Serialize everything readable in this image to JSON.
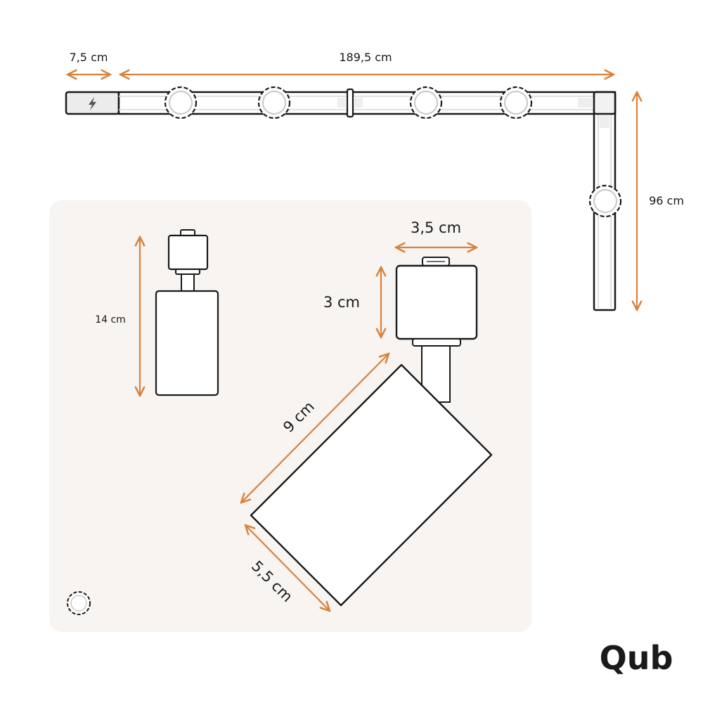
{
  "labels": {
    "feed_length": "7,5 cm",
    "rail_length": "189,5 cm",
    "side_rail_length": "96 cm",
    "spot_height": "14 cm",
    "adapter_width": "3,5 cm",
    "adapter_height": "3 cm",
    "head_length": "9 cm",
    "head_diameter": "5,5 cm"
  },
  "brand": {
    "logo": "Qub"
  },
  "colors": {
    "dimension": "#d9823b",
    "panel": "#f7f4f1",
    "stroke": "#1a1a1a",
    "spot_ring": "#c8c8c8",
    "icon": "#555555"
  },
  "icons": [
    "lightning-icon",
    "spotlight-icon"
  ]
}
